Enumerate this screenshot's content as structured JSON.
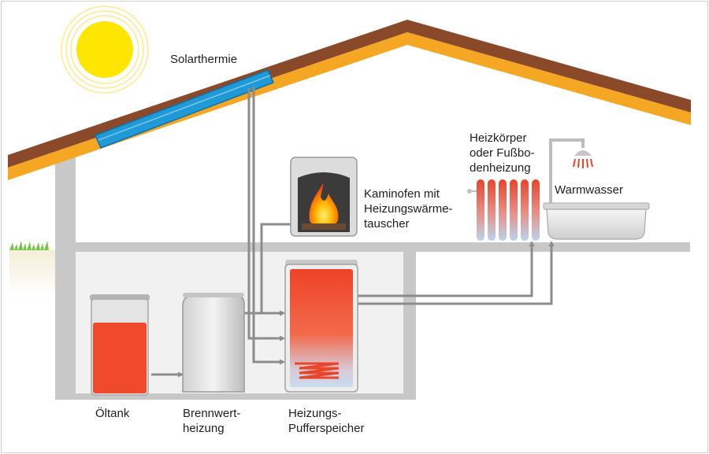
{
  "labels": {
    "solar": "Solarthermie",
    "stove": [
      "Kaminofen mit",
      "Heizungswärme-",
      "tauscher"
    ],
    "radiator": [
      "Heizkörper",
      "oder Fußbo-",
      "denheizung"
    ],
    "hot_water": "Warmwasser",
    "oil_tank": "Öltank",
    "boiler": [
      "Brennwert-",
      "heizung"
    ],
    "buffer": [
      "Heizungs-",
      "Pufferspeicher"
    ]
  },
  "colors": {
    "roof_brown": "#8a4a2a",
    "roof_orange": "#f5a623",
    "wall_grey": "#c8c8c8",
    "pipe_grey": "#8c8c8c",
    "solar_blue": "#1f9ad6",
    "sun_yellow": "#ffe600",
    "tank_red": "#ef4a2b",
    "water_blue": "#cfe0f2"
  }
}
